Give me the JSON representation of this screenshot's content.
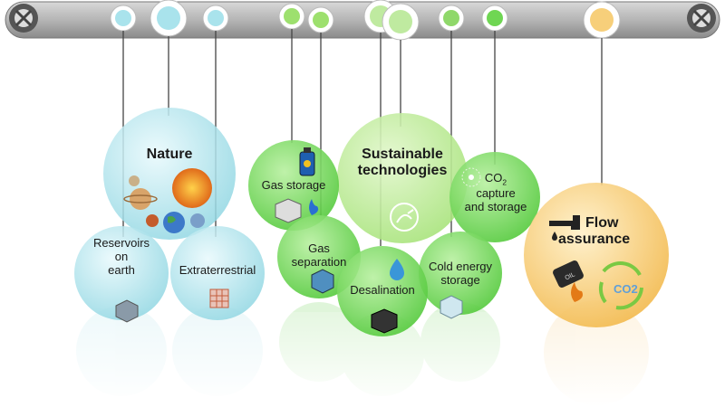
{
  "colors": {
    "blue": "#8fd6e2",
    "green": "#6fd653",
    "light_green": "#b9ea8e",
    "orange": "#f5c45a",
    "bar": "#a8a8a8"
  },
  "nature": {
    "title": "Nature",
    "reservoirs": [
      "Reservoirs",
      "on",
      "earth"
    ],
    "extraterrestrial": "Extraterrestrial"
  },
  "sustainable": {
    "title": [
      "Sustainable",
      "technologies"
    ],
    "gas_storage": "Gas storage",
    "gas_separation": [
      "Gas",
      "separation"
    ],
    "desalination": "Desalination",
    "cold_energy": [
      "Cold energy",
      "storage"
    ],
    "co2": {
      "prefix": "CO",
      "sub": "2",
      "rest": [
        "capture",
        "and storage"
      ]
    }
  },
  "flow": {
    "title": [
      "Flow",
      "assurance"
    ],
    "co2_badge": "CO2",
    "barrel_text": "OIL"
  },
  "icons": [
    "gear-icon",
    "planet-icon",
    "sun-icon",
    "earth-icon",
    "gas-cylinder-icon",
    "flame-icon",
    "water-drop-icon",
    "hydrate-cage-icon",
    "plug-icon",
    "oil-pump-icon",
    "oil-barrel-icon",
    "recycle-icon",
    "molecule-icon"
  ]
}
